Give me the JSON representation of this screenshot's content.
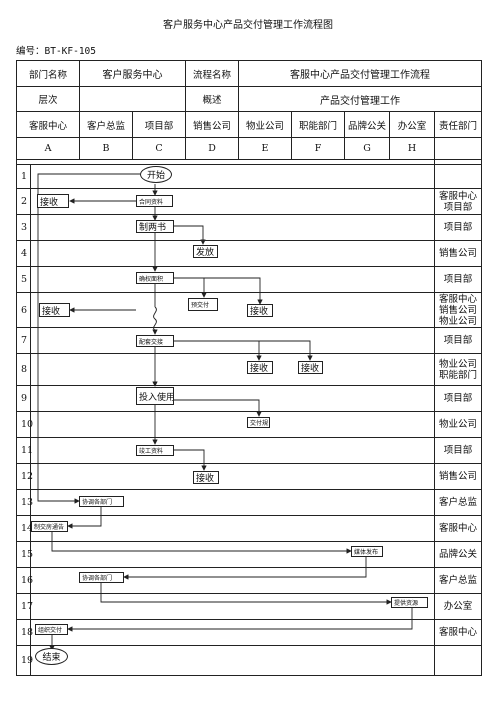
{
  "title": "客户服务中心产品交付管理工作流程图",
  "doc_number": "编号：BT-KF-105",
  "header": {
    "dept_label": "部门名称",
    "dept_value": "客户服务中心",
    "flow_label": "流程名称",
    "flow_value": "客服中心产品交付管理工作流程",
    "level_label": "层次",
    "level_value": "",
    "summary_label": "概述",
    "summary_value": "产品交付管理工作"
  },
  "columns": [
    "客服中心",
    "客户总监",
    "项目部",
    "销售公司",
    "物业公司",
    "职能部门",
    "品牌公关",
    "办公室",
    "责任部门"
  ],
  "letters": [
    "A",
    "B",
    "C",
    "D",
    "E",
    "F",
    "G",
    "H"
  ],
  "rows": [
    {
      "n": "1",
      "resp": []
    },
    {
      "n": "2",
      "resp": [
        "客服中心",
        "项目部"
      ]
    },
    {
      "n": "3",
      "resp": [
        "项目部"
      ]
    },
    {
      "n": "4",
      "resp": [
        "销售公司"
      ]
    },
    {
      "n": "5",
      "resp": [
        "项目部"
      ]
    },
    {
      "n": "6",
      "resp": [
        "客服中心",
        "销售公司",
        "物业公司"
      ]
    },
    {
      "n": "7",
      "resp": [
        "项目部"
      ]
    },
    {
      "n": "8",
      "resp": [
        "物业公司",
        "职能部门"
      ]
    },
    {
      "n": "9",
      "resp": [
        "项目部"
      ]
    },
    {
      "n": "10",
      "resp": [
        "物业公司"
      ]
    },
    {
      "n": "11",
      "resp": [
        "项目部"
      ]
    },
    {
      "n": "12",
      "resp": [
        "销售公司"
      ]
    },
    {
      "n": "13",
      "resp": [
        "客户总监"
      ]
    },
    {
      "n": "14",
      "resp": [
        "客服中心"
      ]
    },
    {
      "n": "15",
      "resp": [
        "品牌公关"
      ]
    },
    {
      "n": "16",
      "resp": [
        "客户总监"
      ]
    },
    {
      "n": "17",
      "resp": [
        "办公室"
      ]
    },
    {
      "n": "18",
      "resp": [
        "客服中心"
      ]
    },
    {
      "n": "19",
      "resp": []
    }
  ],
  "nodes": {
    "start": "开始",
    "receive_2": "接收",
    "contract": "合同资料",
    "make_two": "制两书",
    "issue": "发放",
    "verify_area": "确权面积",
    "handover_pre": "预交付",
    "receive_6a": "接收",
    "receive_6e": "接收",
    "kit_handover": "配套交接",
    "receive_8e": "接收",
    "receive_8f": "接收",
    "put_in_use": "投入使用",
    "delivery_plan": "交付規",
    "completion": "竣工资料",
    "receive_12": "接收",
    "coord_13": "协调各部门",
    "notice_14": "制交房通告",
    "media": "媒体发布",
    "coord_16": "协调各部门",
    "resources": "提供资源",
    "organize": "组织交付",
    "end": "结束"
  }
}
